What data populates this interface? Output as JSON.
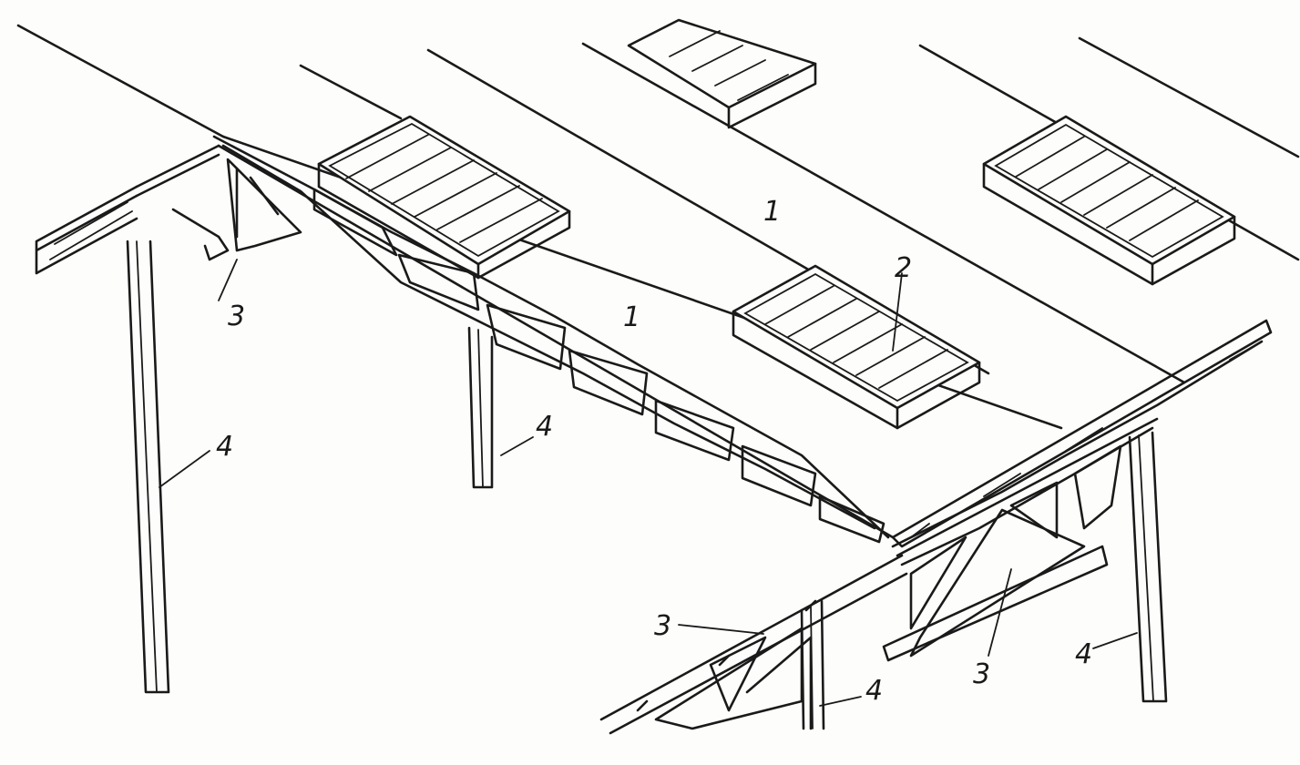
{
  "labels": {
    "slab_label_1": "1",
    "slab_label_2": "1",
    "skylight_label": "2",
    "truss_label_left": "3",
    "truss_label_front_a": "3",
    "truss_label_front_b": "3",
    "column_label_left": "4",
    "column_label_mid": "4",
    "column_label_front": "4",
    "column_label_right": "4"
  }
}
